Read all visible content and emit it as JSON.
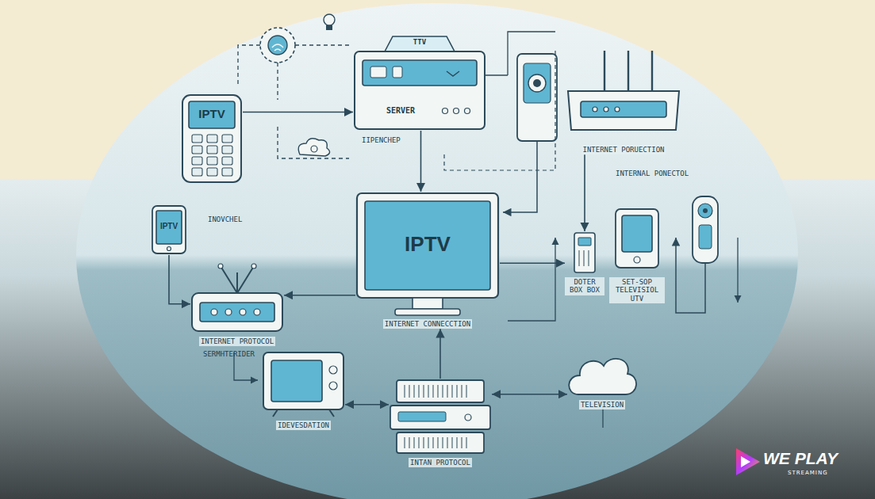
{
  "diagram": {
    "nodes": [
      {
        "text": [
          "IPTV"
        ]
      },
      {
        "text": [
          "TTV",
          "SERVER"
        ]
      },
      {
        "text": [
          "INTERNET PORUECTION"
        ]
      },
      {
        "text": [
          "IPTV"
        ]
      },
      {
        "text": [
          "INTERNET PROTOCOL"
        ]
      },
      {
        "text": [
          "IPTV",
          "INTERNET CONNECCTION"
        ]
      },
      {
        "text": [
          "DOTER BOX BOX"
        ]
      },
      {
        "text": [
          "SET-SOP TELEVISIOL UTV"
        ]
      },
      {
        "text": [
          "IDEVESDATION"
        ]
      },
      {
        "text": [
          "INTAN PROTOCOL"
        ]
      },
      {
        "text": [
          "TELEVISION"
        ]
      }
    ],
    "edges": [
      {
        "from": 5,
        "to": 4,
        "arrow": "to"
      },
      {
        "from": 8,
        "to": 9,
        "arrow": "both"
      },
      {
        "from": 9,
        "to": 10,
        "arrow": "both"
      },
      {
        "from": 1,
        "to": 5,
        "arrow": "to"
      },
      {
        "from": 2,
        "to": 6,
        "arrow": "to"
      },
      {
        "from": 5,
        "to": 6,
        "arrow": "to"
      },
      {
        "from": 0,
        "to": 1,
        "arrow": "to"
      },
      {
        "from": 3,
        "to": 4,
        "arrow": "to"
      },
      {
        "from": 9,
        "to": 5,
        "arrow": "to"
      }
    ],
    "labels": [
      "IIPENCHEP",
      "INOVCHEL",
      "INTERNAL PONECTOL",
      "SERMHTERIDER",
      "WE PLAY",
      "STREAMING"
    ]
  }
}
